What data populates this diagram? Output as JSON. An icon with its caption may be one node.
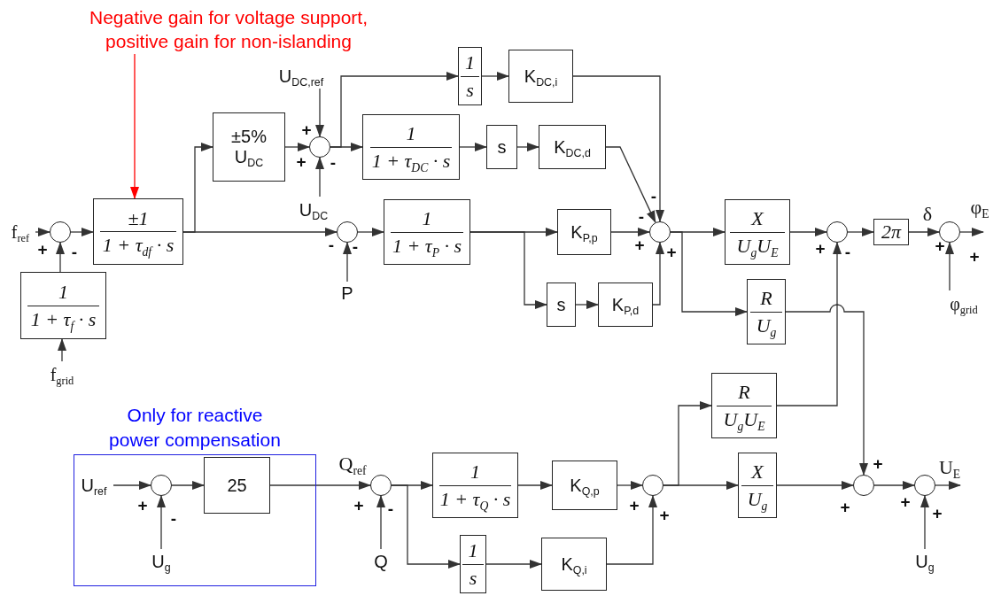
{
  "diagram": {
    "nodes": [
      {
        "text": [
          "Negative gain for voltage support, positive gain for non-islanding"
        ]
      },
      {
        "text": [
          "f$_{ref}$"
        ]
      },
      {
        "text": [],
        "shape": "circle"
      },
      {
        "text": [
          "±1",
          "1 + τ$_{df}$ · s"
        ]
      },
      {
        "text": [
          "1",
          "1 + τ$_{f}$ · s"
        ]
      },
      {
        "text": [
          "f$_{grid}$"
        ]
      },
      {
        "text": [
          "±5% U$_{DC}$"
        ]
      },
      {
        "text": [
          "U$_{DC,ref}$"
        ]
      },
      {
        "text": [],
        "shape": "circle"
      },
      {
        "text": [
          "U$_{DC}$"
        ]
      },
      {
        "text": [
          "1",
          "s"
        ]
      },
      {
        "text": [
          "K$_{DC,i}$"
        ]
      },
      {
        "text": [
          "1",
          "1 + τ$_{DC}$ · s"
        ]
      },
      {
        "text": [
          "s"
        ]
      },
      {
        "text": [
          "K$_{DC,d}$"
        ]
      },
      {
        "text": [],
        "shape": "circle"
      },
      {
        "text": [
          "P"
        ]
      },
      {
        "text": [
          "1",
          "1 + τ$_{P}$ · s"
        ]
      },
      {
        "text": [
          "K$_{P,p}$"
        ]
      },
      {
        "text": [
          "s"
        ]
      },
      {
        "text": [
          "K$_{P,d}$"
        ]
      },
      {
        "text": [],
        "shape": "circle"
      },
      {
        "text": [
          "X",
          "U$_{g}$U$_{E}$"
        ]
      },
      {
        "text": [
          "R",
          "U$_{g}$"
        ]
      },
      {
        "text": [],
        "shape": "circle"
      },
      {
        "text": [
          "2π"
        ]
      },
      {
        "text": [],
        "shape": "circle"
      },
      {
        "text": [
          "φ$_{grid}$"
        ]
      },
      {
        "text": [
          "R",
          "U$_{g}$U$_{E}$"
        ]
      },
      {
        "text": [
          "Only for reactive power compensation"
        ]
      },
      {
        "text": [
          "U$_{ref}$"
        ],
        "in": 29
      },
      {
        "text": [],
        "shape": "circle",
        "in": 29
      },
      {
        "text": [
          "U$_{g}$"
        ],
        "in": 29
      },
      {
        "text": [
          "25"
        ],
        "in": 29
      },
      {
        "text": [],
        "shape": "circle"
      },
      {
        "text": [
          "Q"
        ]
      },
      {
        "text": [
          "1",
          "1 + τ$_{Q}$ · s"
        ]
      },
      {
        "text": [
          "K$_{Q,p}$"
        ]
      },
      {
        "text": [],
        "shape": "circle"
      },
      {
        "text": [
          "X",
          "U$_{g}$"
        ]
      },
      {
        "text": [
          "1",
          "s"
        ]
      },
      {
        "text": [
          "K$_{Q,i}$"
        ]
      },
      {
        "text": [],
        "shape": "circle"
      },
      {
        "text": [],
        "shape": "circle"
      },
      {
        "text": [
          "U$_{g}$"
        ]
      }
    ],
    "edges": [
      {
        "from": 0,
        "to": 3,
        "arrow": "to",
        "color": "#ff0000"
      },
      {
        "from": 1,
        "to": 2,
        "arrow": "to"
      },
      {
        "from": 4,
        "to": 2,
        "arrow": "to"
      },
      {
        "from": 5,
        "to": 4,
        "arrow": "to"
      },
      {
        "from": 2,
        "to": 3,
        "arrow": "to"
      },
      {
        "from": 3,
        "to": 6,
        "arrow": "to"
      },
      {
        "from": 3,
        "to": 15,
        "arrow": "to"
      },
      {
        "from": 6,
        "to": 8,
        "arrow": "to"
      },
      {
        "from": 7,
        "to": 8,
        "arrow": "to"
      },
      {
        "from": 9,
        "to": 8,
        "arrow": "to"
      },
      {
        "from": 8,
        "to": 10,
        "arrow": "to"
      },
      {
        "from": 8,
        "to": 12,
        "arrow": "to"
      },
      {
        "from": 10,
        "to": 11,
        "arrow": "to"
      },
      {
        "from": 12,
        "to": 13,
        "arrow": "to"
      },
      {
        "from": 13,
        "to": 14,
        "arrow": "to"
      },
      {
        "from": 11,
        "to": 21,
        "arrow": "to"
      },
      {
        "from": 14,
        "to": 21,
        "arrow": "to"
      },
      {
        "from": 16,
        "to": 15,
        "arrow": "to"
      },
      {
        "from": 15,
        "to": 17,
        "arrow": "to"
      },
      {
        "from": 17,
        "to": 18,
        "arrow": "to"
      },
      {
        "from": 17,
        "to": 19,
        "arrow": "to"
      },
      {
        "from": 19,
        "to": 20,
        "arrow": "to"
      },
      {
        "from": 18,
        "to": 21,
        "arrow": "to"
      },
      {
        "from": 20,
        "to": 21,
        "arrow": "to"
      },
      {
        "from": 21,
        "to": 22,
        "arrow": "to"
      },
      {
        "from": 21,
        "to": 23,
        "arrow": "to"
      },
      {
        "from": 22,
        "to": 24,
        "arrow": "to"
      },
      {
        "from": 28,
        "to": 24,
        "arrow": "to"
      },
      {
        "from": 24,
        "to": 25,
        "arrow": "to"
      },
      {
        "from": 25,
        "to": 26,
        "arrow": "to",
        "label": "δ"
      },
      {
        "from": 27,
        "to": 26,
        "arrow": "to"
      },
      {
        "from": 26,
        "to": null,
        "arrow": "to",
        "label": "φ$_{E}$"
      },
      {
        "from": 23,
        "to": 42,
        "arrow": "to"
      },
      {
        "from": 30,
        "to": 31,
        "arrow": "to"
      },
      {
        "from": 32,
        "to": 31,
        "arrow": "to"
      },
      {
        "from": 31,
        "to": 33,
        "arrow": "to"
      },
      {
        "from": 33,
        "to": 34,
        "arrow": "to",
        "label": "Q$_{ref}$"
      },
      {
        "from": 35,
        "to": 34,
        "arrow": "to"
      },
      {
        "from": 34,
        "to": 36,
        "arrow": "to"
      },
      {
        "from": 34,
        "to": 40,
        "arrow": "to"
      },
      {
        "from": 36,
        "to": 37,
        "arrow": "to"
      },
      {
        "from": 40,
        "to": 41,
        "arrow": "to"
      },
      {
        "from": 37,
        "to": 38,
        "arrow": "to"
      },
      {
        "from": 41,
        "to": 38,
        "arrow": "to"
      },
      {
        "from": 38,
        "to": 28,
        "arrow": "to"
      },
      {
        "from": 38,
        "to": 39,
        "arrow": "to"
      },
      {
        "from": 39,
        "to": 42,
        "arrow": "to"
      },
      {
        "from": 42,
        "to": 43,
        "arrow": "to"
      },
      {
        "from": 44,
        "to": 43,
        "arrow": "to"
      },
      {
        "from": 43,
        "to": null,
        "arrow": "to",
        "label": "U$_{E}$"
      }
    ],
    "labels": [
      "+",
      "-",
      "+",
      "+",
      "-",
      "-",
      "-",
      "-",
      "-",
      "+",
      "+",
      "+",
      "-",
      "+",
      "+",
      "+",
      "-",
      "+",
      "-",
      "+",
      "+",
      "+",
      "+",
      "+",
      "+"
    ]
  }
}
